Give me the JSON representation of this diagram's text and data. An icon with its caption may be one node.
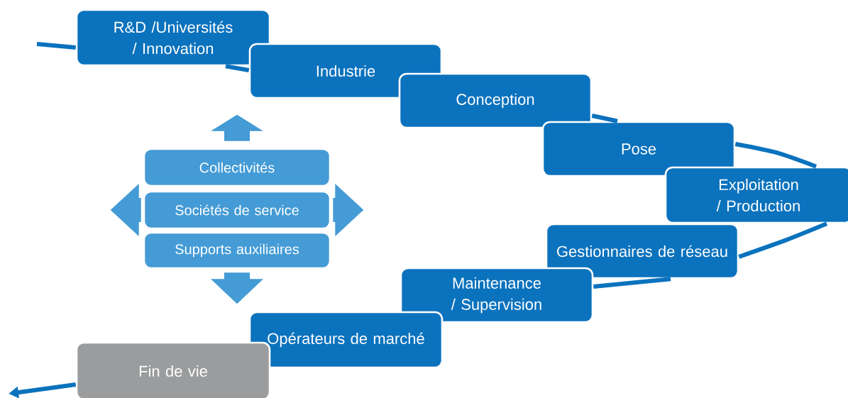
{
  "diagram": {
    "nodes": [
      {
        "text": [
          "R&D /Universités / Innovation"
        ]
      },
      {
        "text": [
          "Industrie"
        ]
      },
      {
        "text": [
          "Conception"
        ]
      },
      {
        "text": [
          "Pose"
        ]
      },
      {
        "text": [
          "Exploitation / Production"
        ]
      },
      {
        "text": [
          "Gestionnaires de réseau"
        ]
      },
      {
        "text": [
          "Maintenance / Supervision"
        ]
      },
      {
        "text": [
          "Opérateurs de marché"
        ]
      },
      {
        "text": [
          "Fin de vie"
        ]
      },
      {
        "text": [
          "Collectivités"
        ]
      },
      {
        "text": [
          "Sociétés de service"
        ]
      },
      {
        "text": [
          "Supports auxiliaires"
        ]
      }
    ],
    "edges": [
      {
        "from": null,
        "to": 0,
        "arrow": "none"
      },
      {
        "from": 0,
        "to": 1,
        "arrow": "none"
      },
      {
        "from": 2,
        "to": 3,
        "arrow": "none"
      },
      {
        "from": 3,
        "to": 4,
        "arrow": "none"
      },
      {
        "from": 4,
        "to": 5,
        "arrow": "none"
      },
      {
        "from": 5,
        "to": 6,
        "arrow": "none"
      },
      {
        "from": 8,
        "to": null,
        "arrow": "to"
      },
      {
        "from": 9,
        "to": null,
        "arrow": "to"
      },
      {
        "from": 10,
        "to": null,
        "arrow": "to"
      },
      {
        "from": 10,
        "to": null,
        "arrow": "to"
      },
      {
        "from": 11,
        "to": null,
        "arrow": "to"
      }
    ]
  }
}
